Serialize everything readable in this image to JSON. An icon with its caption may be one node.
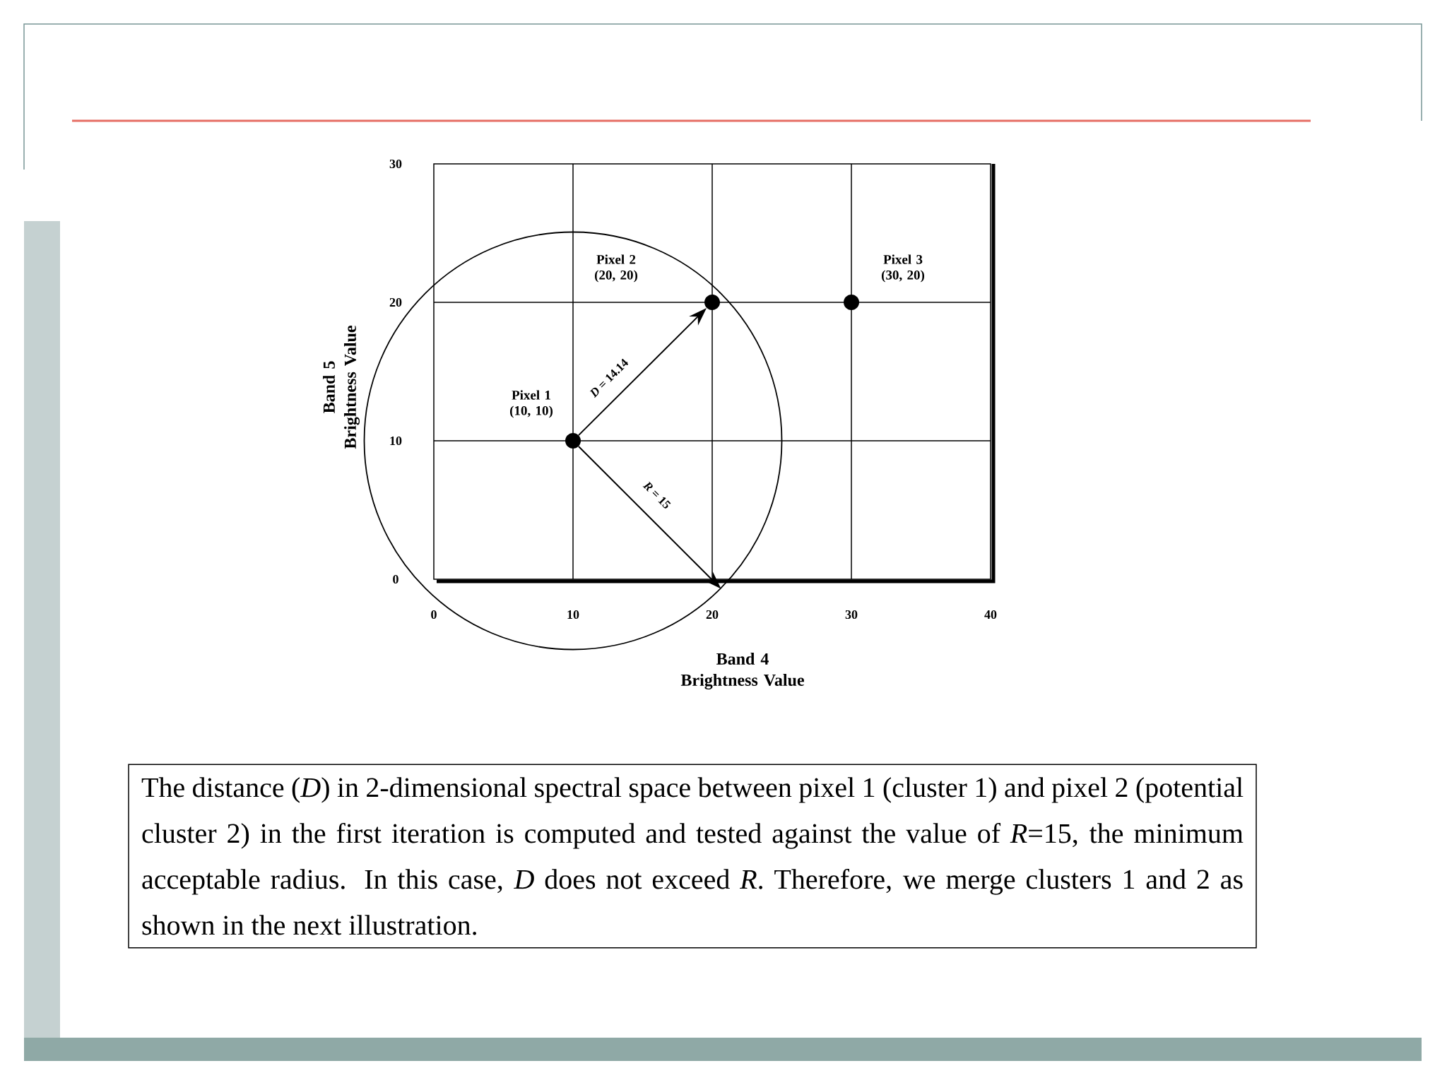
{
  "diagram": {
    "caption": "The distance (*D*) in 2-dimensional spectral space between pixel 1 (cluster 1) and pixel 2 (potential cluster 2) in the first iteration is computed and tested against the value of *R*=15, the minimum acceptable radius. In this case, *D* does not exceed *R*. Therefore, we merge clusters 1 and 2 as shown in the next illustration.",
    "nodes": [
      {
        "text": [],
        "shape": "circle"
      },
      {
        "text": [],
        "shape": "dot",
        "in": 0
      },
      {
        "text": [],
        "shape": "dot"
      },
      {
        "text": [],
        "shape": "dot",
        "in": 0
      }
    ],
    "edges": [
      {
        "from": 3,
        "to": 1,
        "arrow": "to",
        "label": "*D* = 14.14"
      },
      {
        "from": 3,
        "to": 0,
        "arrow": "to",
        "label": "*R* = 15"
      }
    ],
    "labels": [
      "30",
      "Pixel 2 (20, 20)",
      "Pixel 3 (30, 20)",
      "20",
      "Pixel 1 (10, 10)",
      "10",
      "0",
      "0",
      "10",
      "20",
      "30",
      "40",
      "Band 5 Brightness Value",
      "Band 4 Brightness Value"
    ]
  }
}
